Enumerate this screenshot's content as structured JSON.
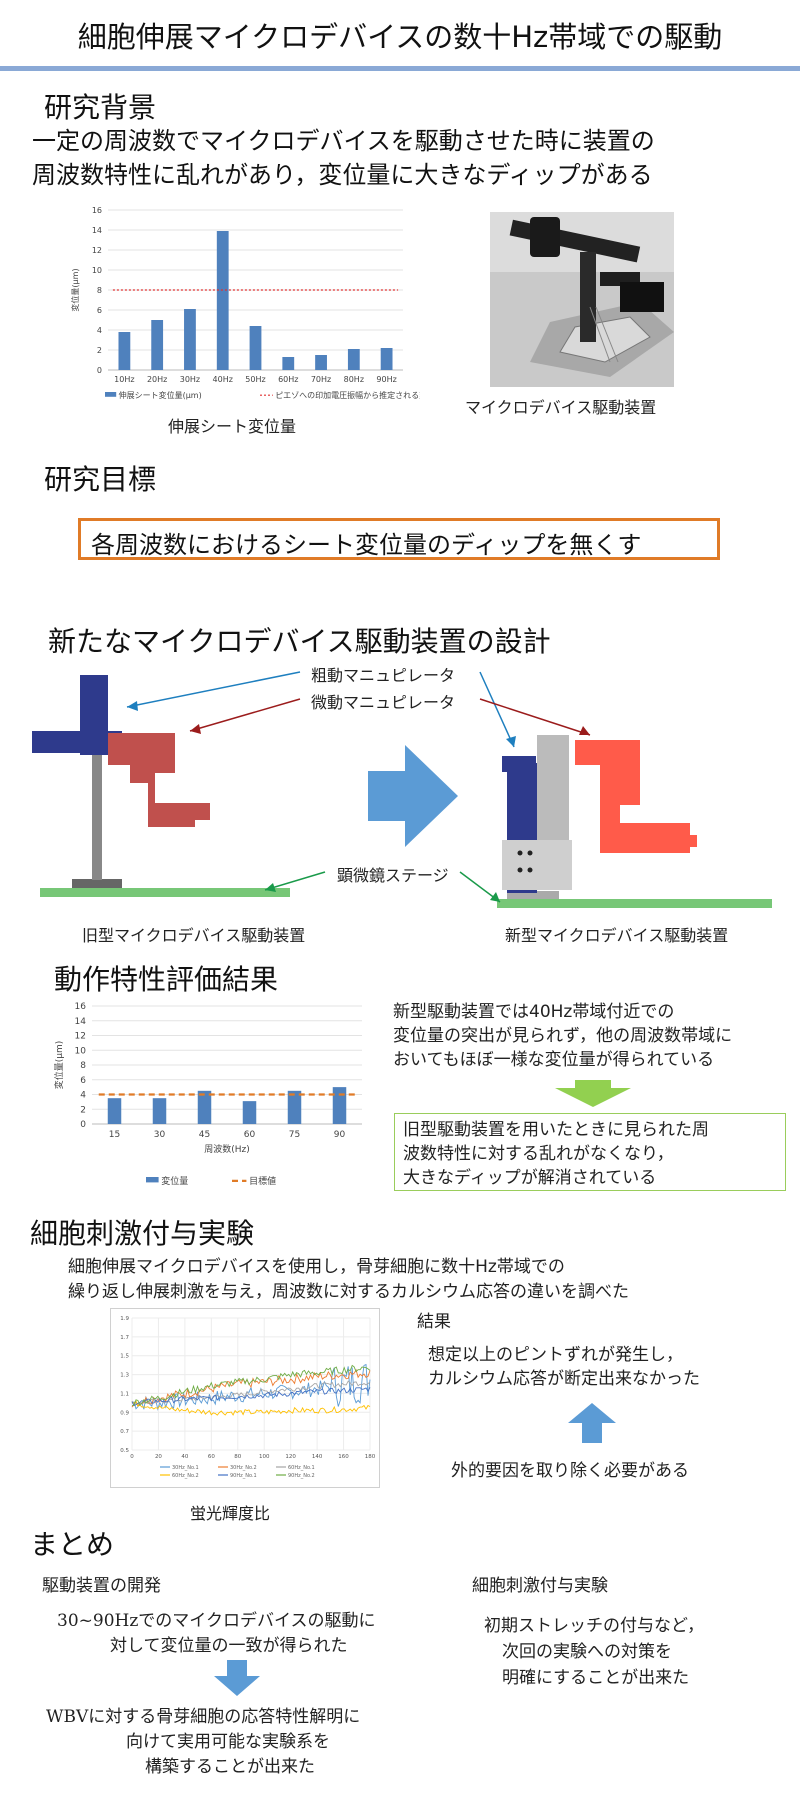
{
  "title": "細胞伸展マイクロデバイスの数十Hz帯域での駆動",
  "background": {
    "heading": "研究背景",
    "line1": "一定の周波数でマイクロデバイスを駆動させた時に装置の",
    "line2": "周波数特性に乱れがあり，変位量に大きなディップがある",
    "chart_caption": "伸展シート変位量",
    "photo_caption": "マイクロデバイス駆動装置"
  },
  "goal": {
    "heading": "研究目標",
    "box": "各周波数におけるシート変位量のディップを無くす"
  },
  "design": {
    "heading": "新たなマイクロデバイス駆動装置の設計",
    "label_coarse": "粗動マニュピレータ",
    "label_fine": "微動マニュピレータ",
    "label_stage": "顕微鏡ステージ",
    "old_caption": "旧型マイクロデバイス駆動装置",
    "new_caption": "新型マイクロデバイス駆動装置"
  },
  "evaluation": {
    "heading": "動作特性評価結果",
    "text1": "新型駆動装置では40Hz帯域付近での",
    "text2": "変位量の突出が見られず，他の周波数帯域に",
    "text3": "おいてもほぼ一様な変位量が得られている",
    "box1": "旧型駆動装置を用いたときに見られた周",
    "box2": "波数特性に対する乱れがなくなり，",
    "box3": "大きなディップが解消されている"
  },
  "experiment": {
    "heading": "細胞刺激付与実験",
    "line1": "細胞伸展マイクロデバイスを使用し，骨芽細胞に数十Hz帯域での",
    "line2": "繰り返し伸展刺激を与え，周波数に対するカルシウム応答の違いを調べた",
    "result_label": "結果",
    "result1": "想定以上のピントずれが発生し，",
    "result2": "カルシウム応答が断定出来なかった",
    "need": "外的要因を取り除く必要がある",
    "chart_caption": "蛍光輝度比"
  },
  "summary": {
    "heading": "まとめ",
    "left_label": "駆動装置の開発",
    "left1": "30~90Hzでのマイクロデバイスの駆動に",
    "left2": "対して変位量の一致が得られた",
    "left3": "WBVに対する骨芽細胞の応答特性解明に",
    "left4": "向けて実用可能な実験系を",
    "left5": "構築することが出来た",
    "right_label": "細胞刺激付与実験",
    "right1": "初期ストレッチの付与など，",
    "right2": "次回の実験への対策を",
    "right3": "明確にすることが出来た"
  },
  "colors": {
    "bar": "#4f81bd",
    "ref_line_1": "#e03030",
    "ref_line_2": "#e07b27",
    "arrow_blue": "#5b9bd5",
    "arrow_green": "#92d050",
    "old_red": "#c0504d",
    "new_red": "#ff5b4a",
    "navy": "#2e3a8c",
    "stage_green": "#77c777"
  },
  "chart_data": [
    {
      "type": "bar",
      "ylabel": "変位量(μm)",
      "categories": [
        "10Hz",
        "20Hz",
        "30Hz",
        "40Hz",
        "50Hz",
        "60Hz",
        "70Hz",
        "80Hz",
        "90Hz"
      ],
      "ylim": [
        0,
        16
      ],
      "yticks": [
        "0",
        "2",
        "4",
        "6",
        "8",
        "10",
        "12",
        "14",
        "16"
      ],
      "series": [
        {
          "name": "伸展シート変位量(μm)",
          "values": [
            3.8,
            5.0,
            6.1,
            13.9,
            4.4,
            1.3,
            1.5,
            2.1,
            2.2
          ]
        },
        {
          "name": "ピエゾへの印加電圧振幅から推定される変位量",
          "values": [
            8,
            8,
            8,
            8,
            8,
            8,
            8,
            8,
            8
          ]
        }
      ],
      "legend": "bottom"
    },
    {
      "type": "bar",
      "xlabel": "周波数(Hz)",
      "ylabel": "変位量(μm)",
      "categories": [
        "15",
        "30",
        "45",
        "60",
        "75",
        "90"
      ],
      "ylim": [
        0,
        16
      ],
      "yticks": [
        "0",
        "2",
        "4",
        "6",
        "8",
        "10",
        "12",
        "14",
        "16"
      ],
      "series": [
        {
          "name": "変位量",
          "values": [
            3.5,
            3.5,
            4.5,
            3.1,
            4.5,
            5.0
          ]
        },
        {
          "name": "目標値",
          "values": [
            4,
            4,
            4,
            4,
            4,
            4
          ]
        }
      ],
      "legend": "bottom"
    },
    {
      "type": "line",
      "xticks": [
        "0",
        "20",
        "40",
        "60",
        "80",
        "100",
        "120",
        "140",
        "160",
        "180"
      ],
      "yticks": [
        "0.5",
        "0.7",
        "0.9",
        "1.1",
        "1.3",
        "1.5",
        "1.7",
        "1.9"
      ],
      "ylim": [
        0.5,
        1.9
      ],
      "xlim": [
        0,
        180
      ],
      "series": [
        {
          "name": "30Hz_No.1",
          "color": "#5b9bd5",
          "trend": [
            1.0,
            1.0,
            1.03,
            1.05,
            1.08,
            1.1,
            1.12,
            1.15,
            1.2,
            1.25
          ],
          "noise": 0.08
        },
        {
          "name": "30Hz_No.2",
          "color": "#ed7d31",
          "trend": [
            1.0,
            1.05,
            1.1,
            1.15,
            1.2,
            1.22,
            1.25,
            1.28,
            1.3,
            1.32
          ],
          "noise": 0.05
        },
        {
          "name": "60Hz_No.1",
          "color": "#a5a5a5",
          "trend": [
            1.0,
            1.02,
            1.04,
            1.06,
            1.08,
            1.12,
            1.15,
            1.18,
            1.2,
            1.22
          ],
          "noise": 0.03
        },
        {
          "name": "60Hz_No.2",
          "color": "#ffc000",
          "trend": [
            1.0,
            0.95,
            0.92,
            0.9,
            0.9,
            0.9,
            0.92,
            0.92,
            0.93,
            0.95
          ],
          "noise": 0.03
        },
        {
          "name": "90Hz_No.1",
          "color": "#4472c4",
          "trend": [
            1.0,
            1.02,
            1.04,
            1.05,
            1.07,
            1.08,
            1.1,
            1.12,
            1.13,
            1.15
          ],
          "noise": 0.03
        },
        {
          "name": "90Hz_No.2",
          "color": "#70ad47",
          "trend": [
            1.0,
            1.05,
            1.12,
            1.18,
            1.22,
            1.25,
            1.3,
            1.32,
            1.35,
            1.38
          ],
          "noise": 0.04
        }
      ],
      "legend": "bottom"
    }
  ]
}
